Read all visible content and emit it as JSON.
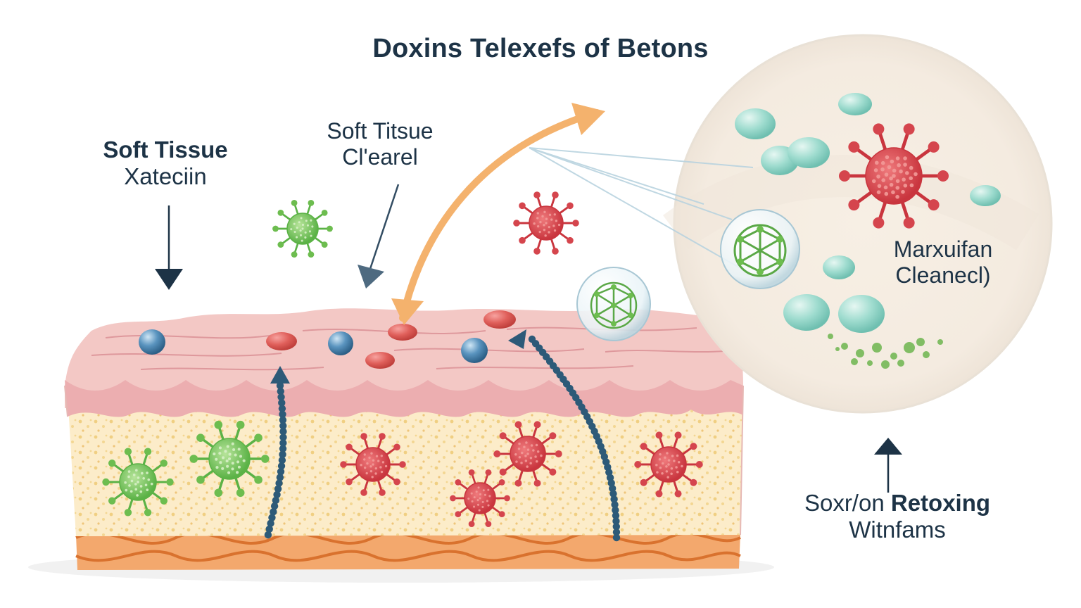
{
  "title": "Doxins Telexefs of Betons",
  "labels": {
    "left": {
      "line1": "Soft Tissue",
      "line2": "Xateciin"
    },
    "middle": {
      "line1": "Soft Titsue",
      "line2": "Cl'earel"
    },
    "circle": {
      "line1": "Marxuifan",
      "line2": "Cleanecl)"
    },
    "bottom": {
      "line1_regular": "Soxr/on ",
      "line1_bold": "Retoxing",
      "line2": "Witnfams"
    }
  },
  "colors": {
    "text": "#1d3346",
    "skin": "#f2c7c4",
    "fat": "#fbeccb",
    "base": "#e88b4f",
    "virus_red": "#d5454d",
    "virus_green": "#6dbd4f",
    "cell_teal": "#8fd3c6",
    "orange_arrow": "#f4b26d",
    "dot_trail": "#2d5a78"
  }
}
